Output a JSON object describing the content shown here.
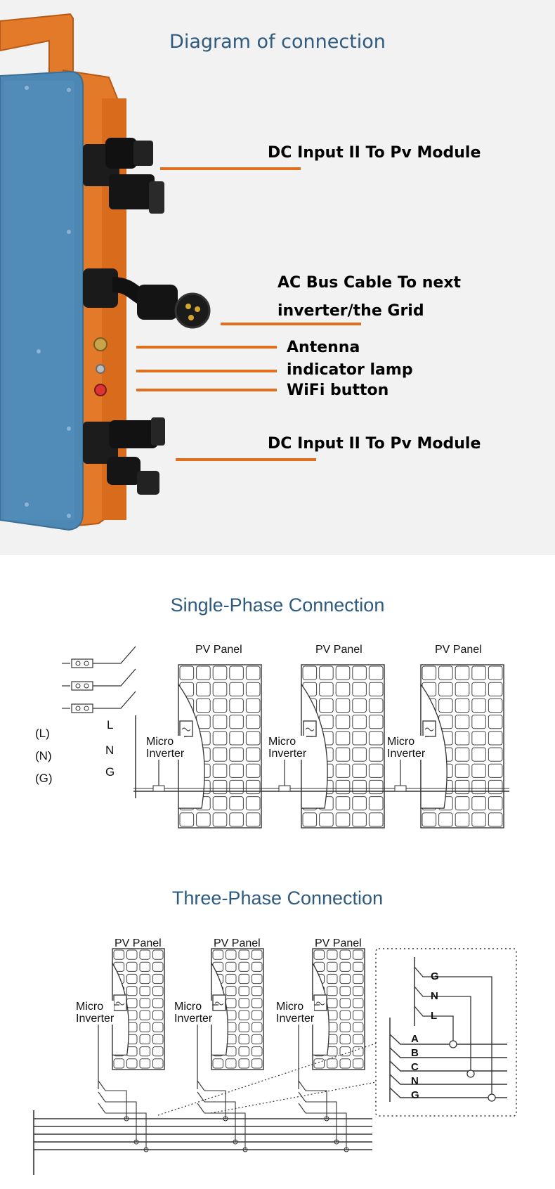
{
  "section_connection": {
    "title": "Diagram of connection",
    "callouts": {
      "dc_input_top": "DC Input II To Pv Module",
      "ac_bus_line1": "AC Bus Cable To next",
      "ac_bus_line2": "inverter/the Grid",
      "antenna": "Antenna",
      "indicator_lamp": "indicator lamp",
      "wifi_button": "WiFi button",
      "dc_input_bottom": "DC Input II To Pv Module"
    }
  },
  "section_single_phase": {
    "title": "Single-Phase Connection",
    "panel_label": "PV Panel",
    "inverter_line1": "Micro",
    "inverter_line2": "Inverter",
    "terminals": [
      {
        "tag": "(L)",
        "line": "L"
      },
      {
        "tag": "(N)",
        "line": "N"
      },
      {
        "tag": "(G)",
        "line": "G"
      }
    ]
  },
  "section_three_phase": {
    "title": "Three-Phase Connection",
    "panel_label": "PV Panel",
    "inverter_line1": "Micro",
    "inverter_line2": "Inverter",
    "detail_inverter_lines": [
      "G",
      "N",
      "L"
    ],
    "detail_bus_lines": [
      "A",
      "B",
      "C",
      "N",
      "G"
    ]
  },
  "colors": {
    "title_blue": "#2e5a80",
    "leader_orange": "#e0701f",
    "device_orange": "#e27a2a",
    "device_blue": "#4d87b3"
  }
}
